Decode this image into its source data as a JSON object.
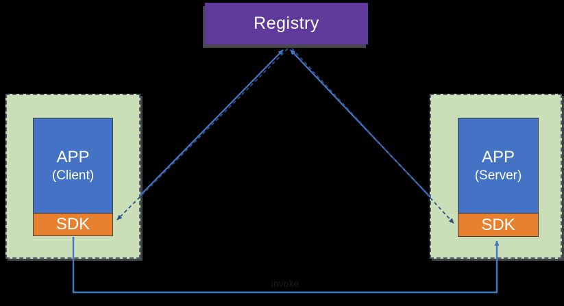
{
  "diagram": {
    "registry": {
      "label": "Registry"
    },
    "client": {
      "app_label": "APP",
      "role_label": "(Client)",
      "sdk_label": "SDK"
    },
    "server": {
      "app_label": "APP",
      "role_label": "(Server)",
      "sdk_label": "SDK"
    },
    "bottom_link": {
      "label": "invoke"
    },
    "colors": {
      "background": "#000000",
      "registry_purple": "#5f3a9b",
      "app_blue": "#4472c4",
      "sdk_orange": "#e8812f",
      "panel_green": "#cadfb8",
      "register_line_blue": "#4677c5",
      "discovery_line_navy": "#2f4f86",
      "text_white": "#ffffff"
    }
  }
}
